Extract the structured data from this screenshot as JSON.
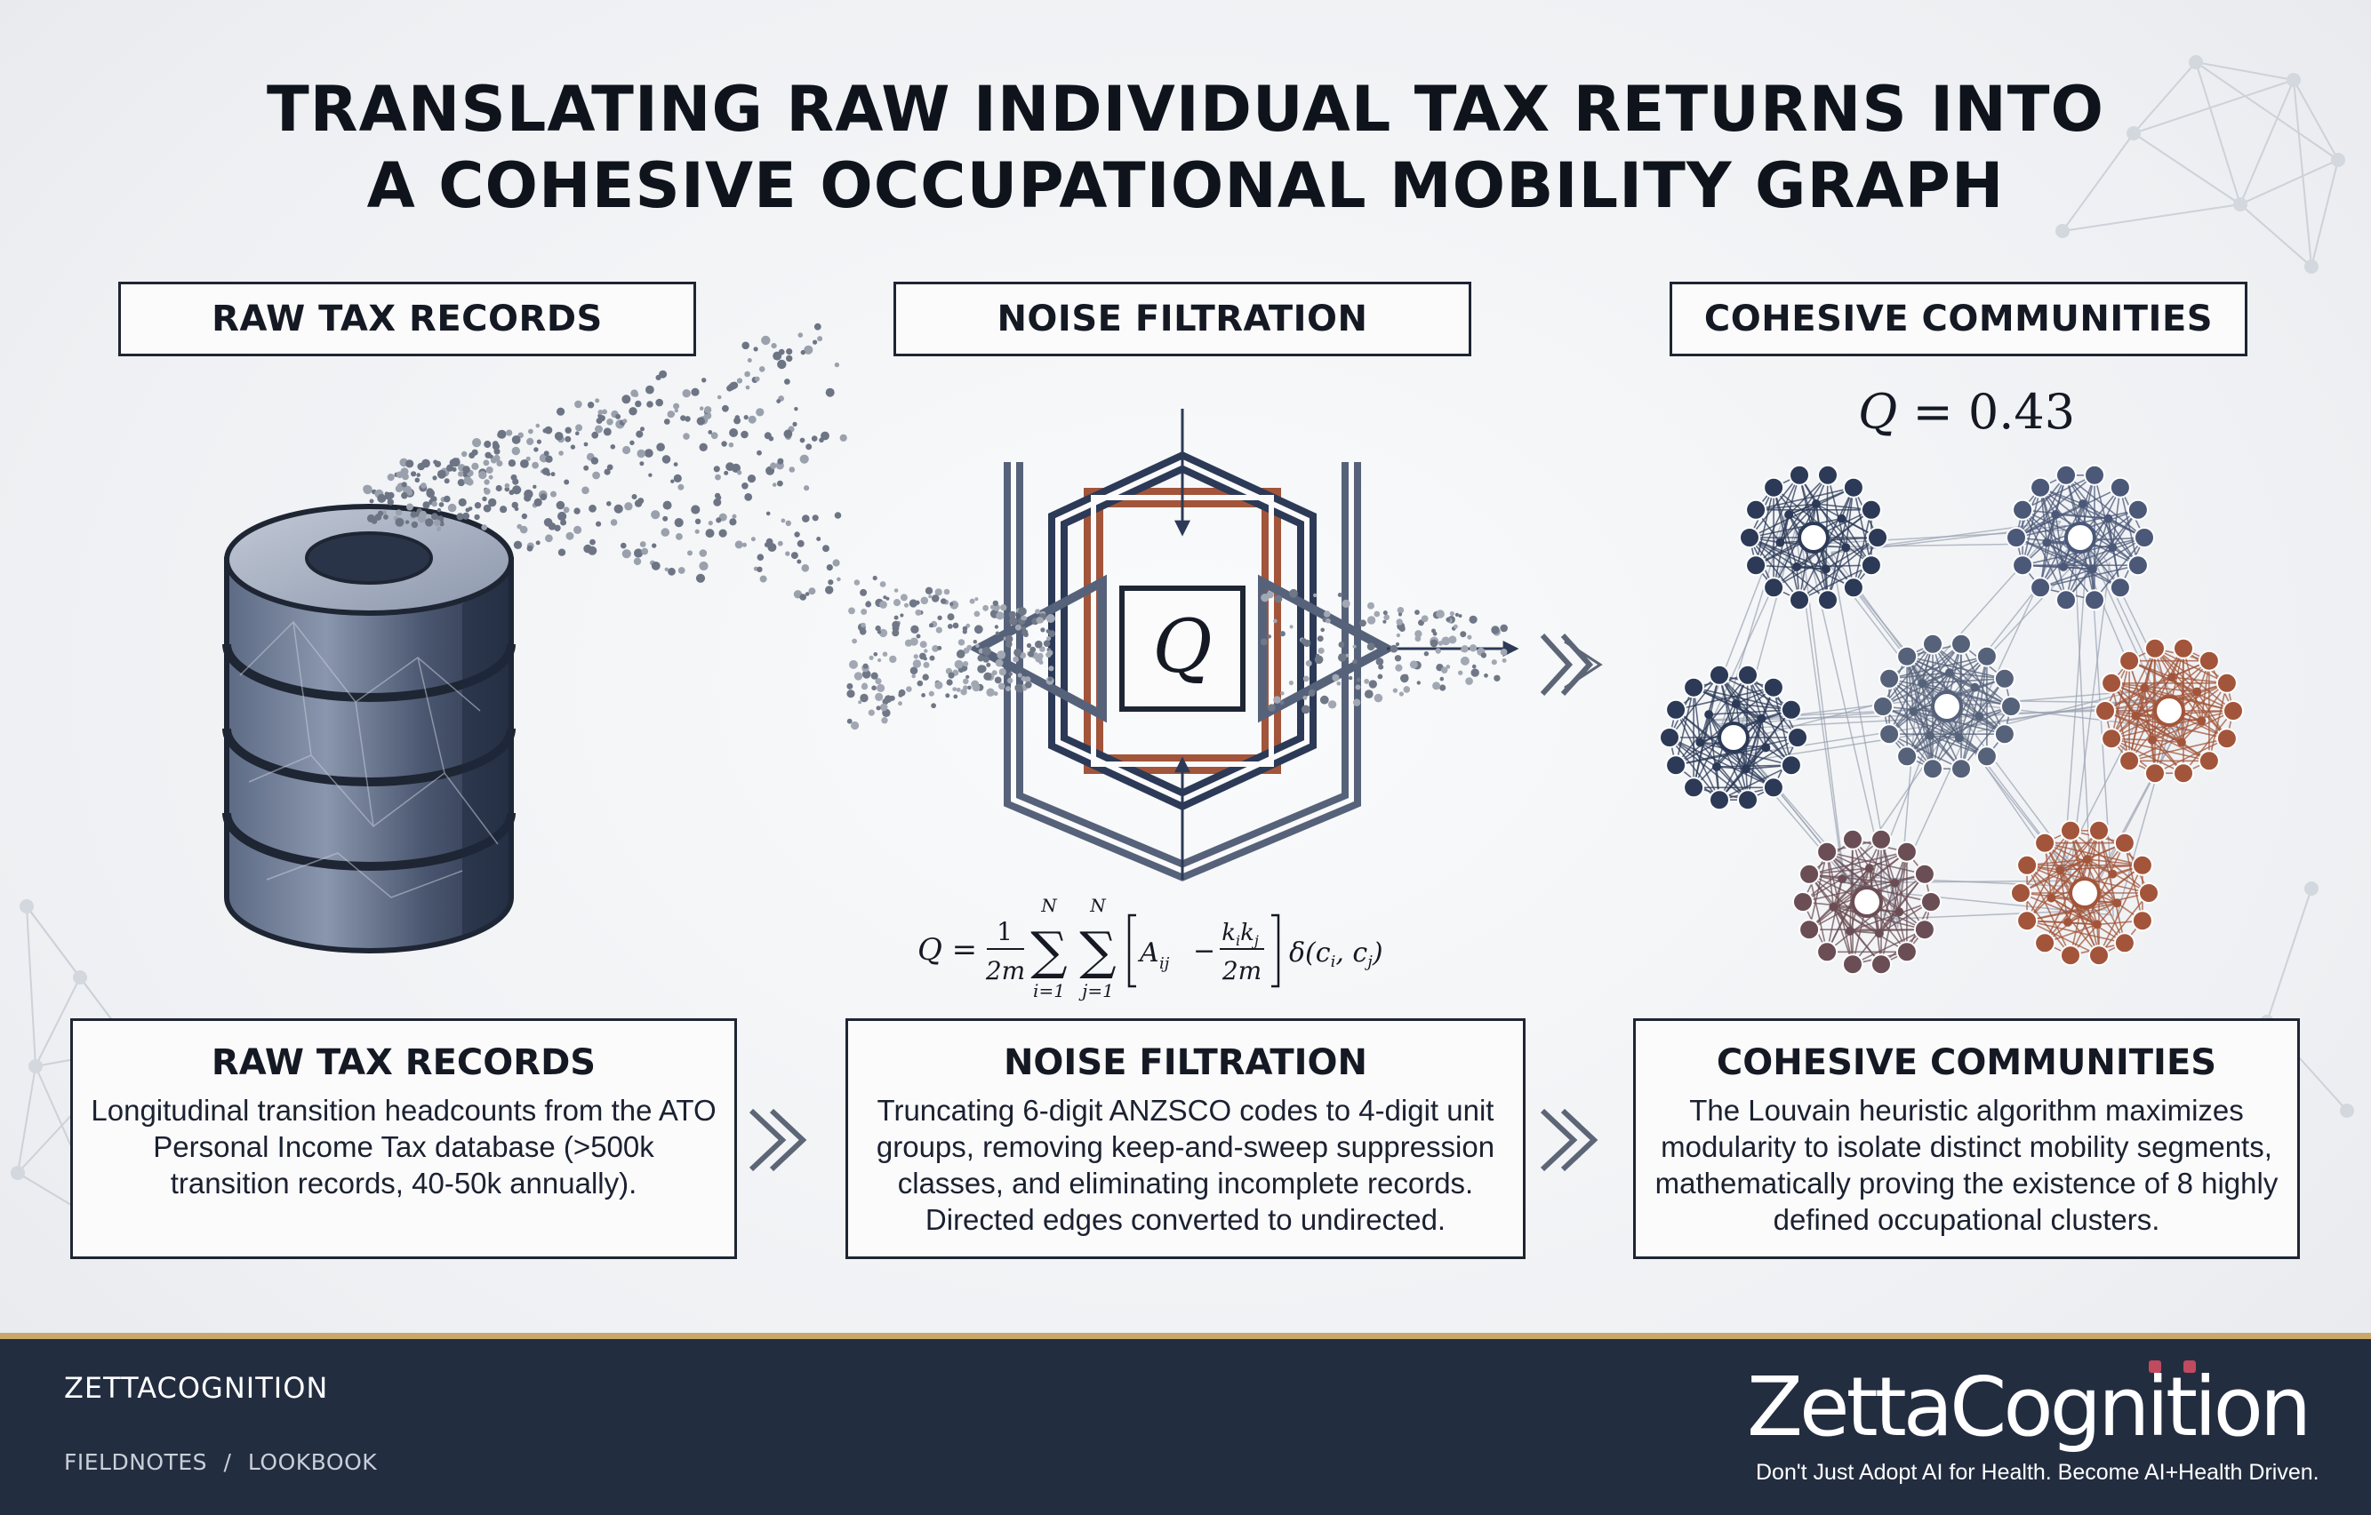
{
  "title": {
    "line1": "TRANSLATING RAW INDIVIDUAL TAX RETURNS INTO",
    "line2": "A COHESIVE OCCUPATIONAL MOBILITY GRAPH"
  },
  "stages": [
    {
      "header": "RAW TAX RECORDS",
      "title": "RAW TAX RECORDS",
      "text": "Longitudinal transition headcounts from the ATO Personal Income Tax database (>500k transition records, 40-50k annually)."
    },
    {
      "header": "NOISE FILTRATION",
      "title": "NOISE FILTRATION",
      "text": "Truncating 6-digit ANZSCO codes to 4-digit unit groups, removing keep-and-sweep suppression classes, and eliminating incomplete records. Directed edges converted to undirected."
    },
    {
      "header": "COHESIVE COMMUNITIES",
      "title": "COHESIVE COMMUNITIES",
      "text": "The Louvain heuristic algorithm maximizes modularity to isolate distinct mobility segments, mathematically proving the existence of 8 highly defined occupational clusters."
    }
  ],
  "modularity": {
    "symbol": "Q",
    "equals": "= 0.43",
    "value": 0.43
  },
  "filter_label": "Q",
  "formula": {
    "lhs": "Q =",
    "frac_num": "1",
    "frac_den": "2m",
    "sum_top": "N",
    "sum_i": "i=1",
    "sum_j": "j=1",
    "a_ij": "A",
    "a_sub": "ij",
    "minus": "−",
    "k_num": "k",
    "k_den": "2m",
    "delta": "δ(c",
    "tail": ")"
  },
  "colors": {
    "navy": "#2c3a57",
    "slate": "#56627a",
    "rust": "#a2553a",
    "mauve": "#7a5a5a",
    "footer": "#232d40",
    "accent": "#c9a86a"
  },
  "footer": {
    "brand": "ZETTACOGNITION",
    "crumb1": "FIELDNOTES",
    "sep": "/",
    "crumb2": "LOOKBOOK",
    "logo_text": "ZettaCognition",
    "tagline": "Don't Just Adopt AI for Health. Become AI+Health Driven."
  }
}
